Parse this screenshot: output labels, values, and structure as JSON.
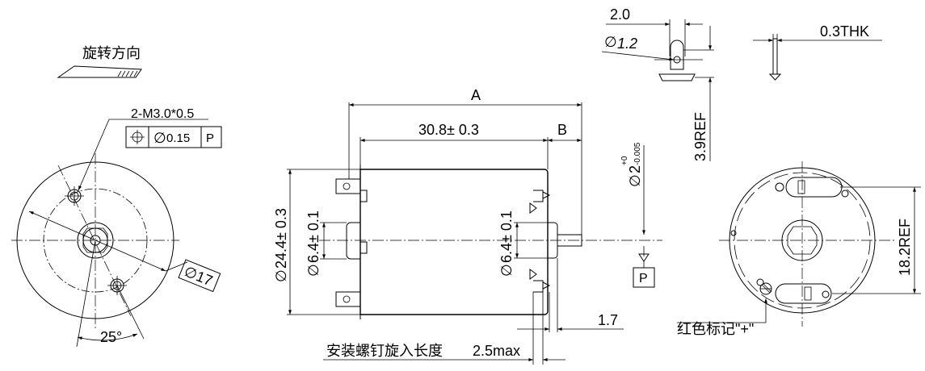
{
  "labels": {
    "rotation_direction": "旋转方向",
    "thread_callout": "2-M3.0*0.5",
    "gdt_position_symbol": "⌖",
    "gdt_tolerance": "0.15",
    "gdt_datum": "P",
    "dia_17": "17",
    "angle_25": "25°",
    "dim_A": "A",
    "dim_30_8": "30.8± 0.3",
    "dim_B": "B",
    "dim_24_4": "24.4± 0.3",
    "dim_6_4_left": "6.4± 0.1",
    "dim_6_4_right": "6.4± 0.1",
    "shaft_dia": "2",
    "shaft_tol_upper": "+0",
    "shaft_tol_lower": "-0.005",
    "datum_P": "P",
    "dim_1_7": "1.7",
    "screw_depth": "安装螺钉旋入长度",
    "screw_depth_value": "2.5max",
    "dim_2_0": "2.0",
    "dia_1_2": "1.2",
    "dim_3_9_ref": "3.9REF",
    "dim_0_3_thk": "0.3THK",
    "dim_18_2_ref": "18.2REF",
    "red_mark": "红色标记\"+\"",
    "diameter_symbol": "∅"
  }
}
